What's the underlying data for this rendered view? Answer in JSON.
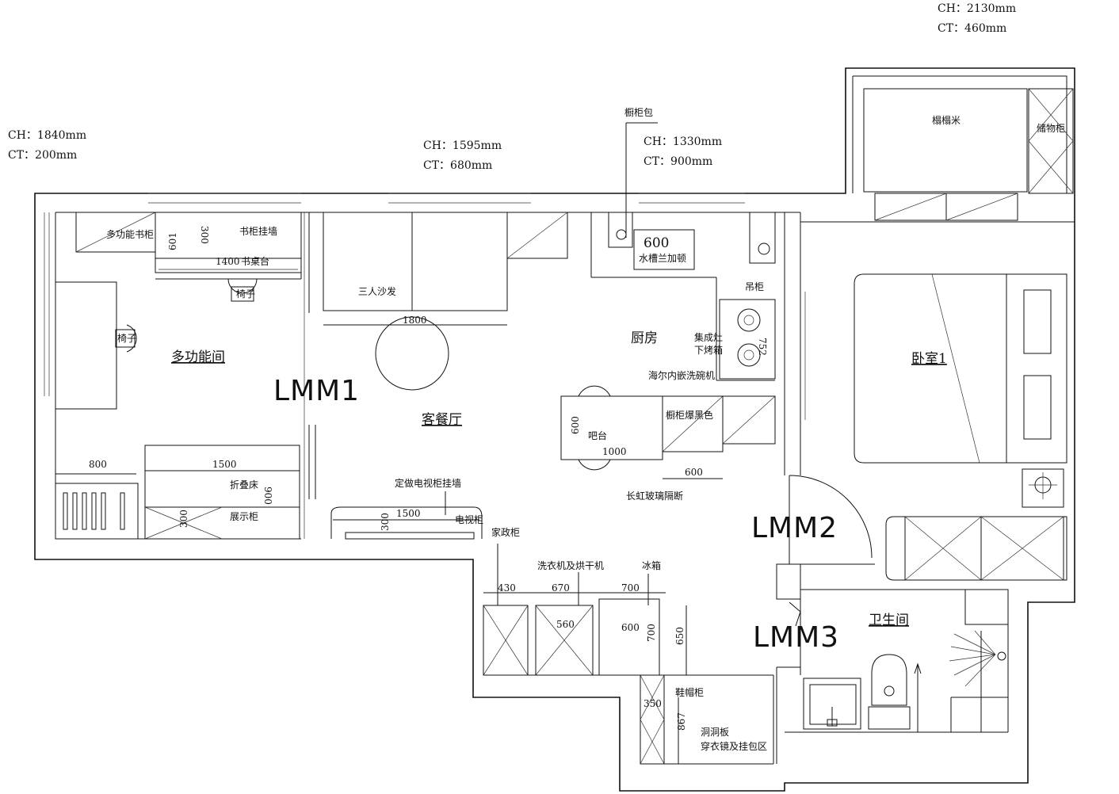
{
  "specs": {
    "top_right": {
      "ch": "CH：2130mm",
      "ct": "CT：460mm"
    },
    "left": {
      "ch": "CH：1840mm",
      "ct": "CT：200mm"
    },
    "center": {
      "ch": "CH：1595mm",
      "ct": "CT：680mm"
    },
    "kitchen": {
      "ch": "CH：1330mm",
      "ct": "CT：900mm"
    }
  },
  "rooms": {
    "multi_room": "多功能间",
    "living_dining": "客餐厅",
    "kitchen": "厨房",
    "bedroom": "卧室1",
    "bathroom": "卫生间"
  },
  "door_labels": {
    "lmm1": "LMM1",
    "lmm2": "LMM2",
    "lmm3": "LMM3"
  },
  "furniture": {
    "multi_bookcase": "多功能书柜",
    "bookcase_wall": "书柜挂墙",
    "desk": "书桌台",
    "chair_desk": "椅子",
    "chair_side": "椅子",
    "sofa": "三人沙发",
    "folding_bed": "折叠床",
    "display_cabinet": "展示柜",
    "tv_cabinet_note": "定做电视柜挂墙",
    "tv_cabinet": "电视柜",
    "cabinet_pack": "橱柜包",
    "sink": "水槽兰加顿",
    "wall_cabinet": "吊柜",
    "stove": "集成灶",
    "oven": "下烤箱",
    "dishwasher": "海尔内嵌洗碗机",
    "cabinet_color": "橱柜爆黑色",
    "bar": "吧台",
    "glass_partition": "长虹玻璃隔断",
    "housekeeping": "家政柜",
    "washer_dryer": "洗衣机及烘干机",
    "fridge": "冰箱",
    "shoe_cabinet": "鞋帽柜",
    "pegboard": "洞洞板",
    "mirror_bag": "穿衣镜及挂包区",
    "tatami": "榻榻米",
    "storage": "储物柜"
  },
  "dimensions": {
    "d300_a": "300",
    "d601": "601",
    "d1400": "1400",
    "d1800": "1800",
    "d600_sink": "600",
    "d752": "752",
    "d600_bar": "600",
    "d1000": "1000",
    "d600_bottom": "600",
    "d800": "800",
    "d1500_bed": "1500",
    "d900": "900",
    "d300_b": "300",
    "d300_tv": "300",
    "d1500_tv": "1500",
    "d430": "430",
    "d670": "670",
    "d700_a": "700",
    "d560": "560",
    "d600_fridge": "600",
    "d700_b": "700",
    "d650": "650",
    "d350": "350",
    "d867": "867"
  }
}
